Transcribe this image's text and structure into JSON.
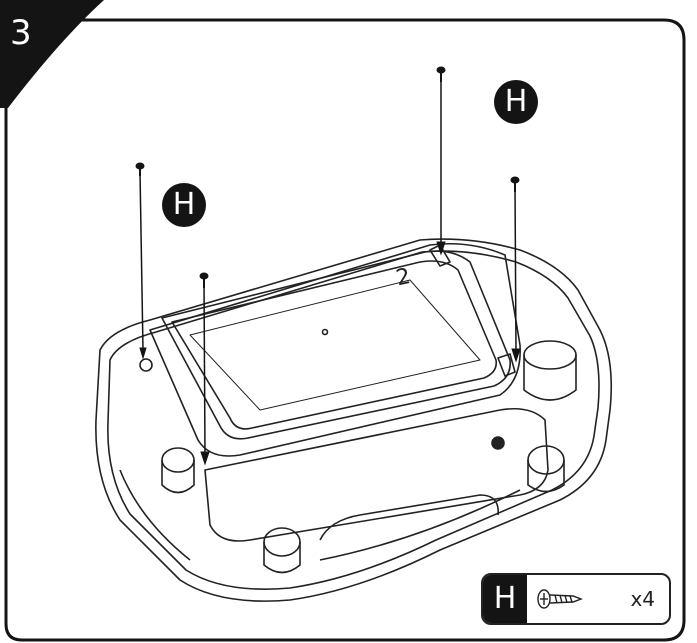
{
  "step": {
    "number": "3"
  },
  "callouts": [
    {
      "letter": "H"
    },
    {
      "letter": "H"
    }
  ],
  "parts_legend": {
    "letter": "H",
    "quantity": "x4",
    "part_icon": "screw-icon"
  },
  "colors": {
    "ink": "#141414",
    "line": "#222222",
    "background": "#ffffff"
  }
}
